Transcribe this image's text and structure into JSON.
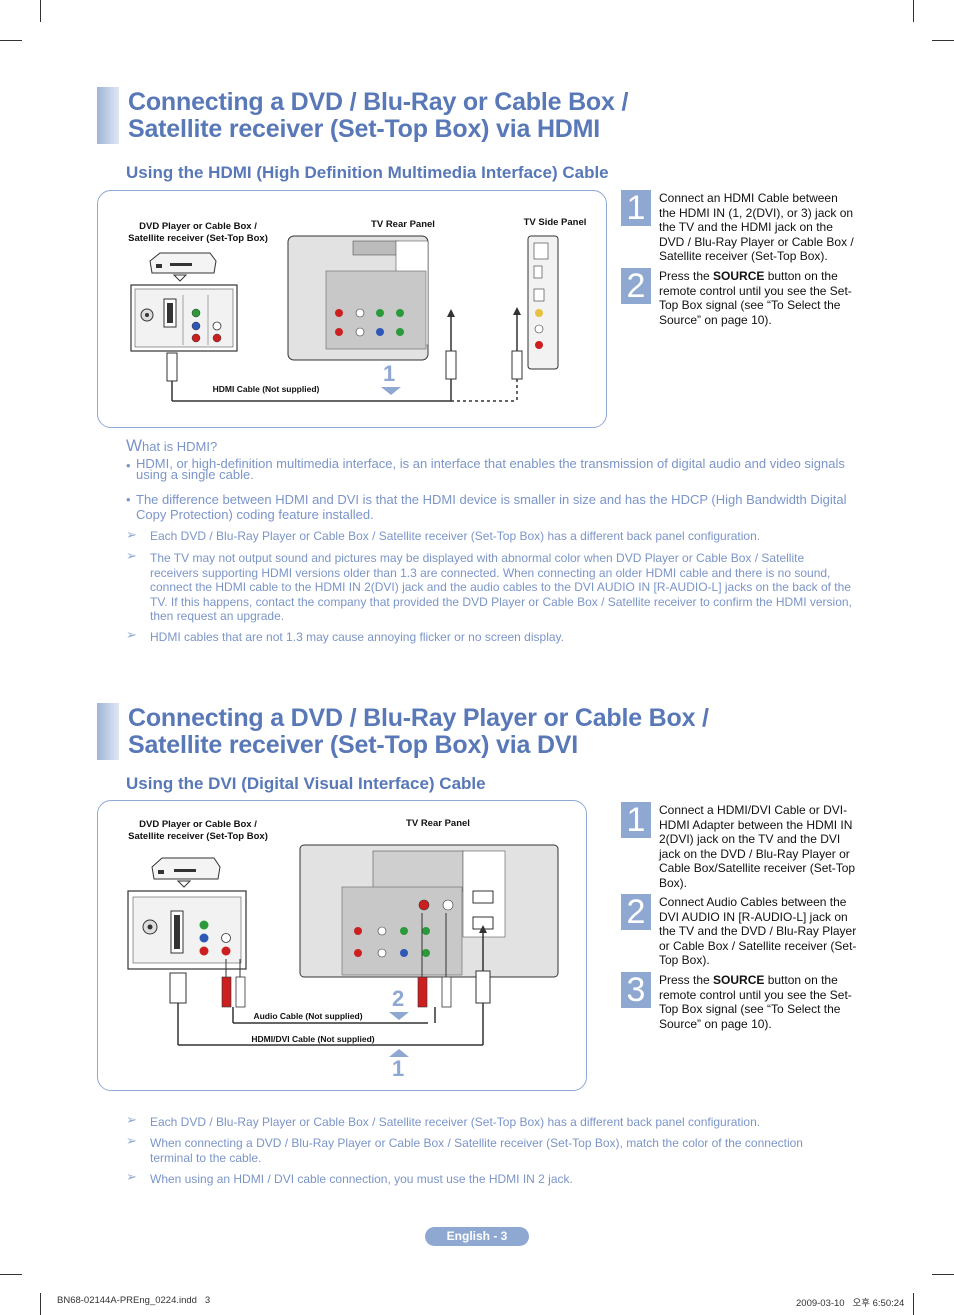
{
  "section1": {
    "title_line1": "Connecting a DVD / Blu-Ray or Cable Box /",
    "title_line2": "Satellite receiver (Set-Top Box) via HDMI",
    "subtitle": "Using the HDMI (High Definition Multimedia Interface) Cable",
    "diagram": {
      "device_label_line1": "DVD Player or Cable Box /",
      "device_label_line2": "Satellite receiver (Set-Top Box)",
      "rear_panel_label": "TV Rear Panel",
      "side_panel_label": "TV Side Panel",
      "cable_label": "HDMI Cable (Not supplied)",
      "step_marker": "1"
    },
    "steps": [
      {
        "num": "1",
        "text": "Connect an HDMI Cable between the HDMI IN (1, 2(DVI), or 3) jack on the TV and the HDMI jack on the DVD / Blu-Ray Player or Cable Box / Satellite receiver (Set-Top Box)."
      },
      {
        "num": "2",
        "pre": "Press the ",
        "bold": "SOURCE",
        "post": " button on the remote control until you see the Set-Top Box signal (see “To Select the Source” on page 10)."
      }
    ],
    "what_is_heading_cap": "W",
    "what_is_heading_rest": "hat is HDMI?",
    "bullets": [
      "HDMI, or high-definition multimedia interface, is an interface that enables the transmission of digital audio and video signals using a single cable.",
      "The difference between HDMI and DVI is that the HDMI device is smaller in size and has the HDCP (High Bandwidth Digital Copy Protection) coding feature installed."
    ],
    "notes": [
      "Each DVD / Blu-Ray Player or Cable Box / Satellite receiver (Set-Top Box) has a different back panel configuration.",
      "The TV may not output sound and pictures may be displayed with abnormal color when DVD Player or Cable Box / Satellite receivers supporting HDMI versions older than 1.3 are connected. When connecting an older HDMI cable and there is no sound, connect the HDMI cable to the HDMI IN 2(DVI) jack and the audio cables to the DVI AUDIO IN [R-AUDIO-L] jacks on the back of the TV. If this happens, contact the company that provided the DVD Player or Cable Box / Satellite receiver to confirm the HDMI version, then request an upgrade.",
      "HDMI cables that are not 1.3 may cause annoying flicker or no screen display."
    ]
  },
  "section2": {
    "title_line1": "Connecting a DVD / Blu-Ray Player or Cable Box /",
    "title_line2": "Satellite receiver (Set-Top Box) via DVI",
    "subtitle": "Using the DVI (Digital Visual Interface) Cable",
    "diagram": {
      "device_label_line1": "DVD Player or Cable Box /",
      "device_label_line2": "Satellite receiver (Set-Top Box)",
      "rear_panel_label": "TV Rear Panel",
      "audio_cable_label": "Audio Cable (Not supplied)",
      "dvi_cable_label": "HDMI/DVI Cable (Not supplied)",
      "marker_2": "2",
      "marker_1": "1"
    },
    "steps": [
      {
        "num": "1",
        "text": "Connect a HDMI/DVI Cable or DVI-HDMI Adapter between the HDMI IN 2(DVI) jack on the TV and the DVI jack on the DVD / Blu-Ray Player or Cable Box/Satellite receiver (Set-Top Box)."
      },
      {
        "num": "2",
        "text": "Connect Audio Cables between the DVI AUDIO IN [R-AUDIO-L] jack on the TV and the DVD / Blu-Ray Player or Cable Box / Satellite receiver (Set-Top Box)."
      },
      {
        "num": "3",
        "pre": "Press the ",
        "bold": "SOURCE",
        "post": " button on the remote control until you see the Set-Top Box signal (see “To Select the Source” on page 10)."
      }
    ],
    "notes": [
      "Each DVD / Blu-Ray Player or Cable Box / Satellite receiver (Set-Top Box) has a different back panel configuration.",
      "When connecting a DVD / Blu-Ray Player or Cable Box / Satellite receiver (Set-Top Box), match the color of the connection terminal to the cable.",
      "When using an HDMI / DVI cable connection, you must use the HDMI IN 2 jack."
    ]
  },
  "footer": {
    "page_badge": "English - 3",
    "file_slug": "BN68-02144A-PREng_0224.indd   3",
    "timestamp": "2009-03-10   오후 6:50:24"
  },
  "colors": {
    "accent": "#5878b8",
    "note_text": "#7b95c9",
    "step_box": "#8ea8d2",
    "frame_border": "#8fa9d6"
  },
  "icons": [
    "note-arrow-icon",
    "bullet-dot-icon",
    "down-arrow-icon",
    "up-arrow-icon"
  ]
}
